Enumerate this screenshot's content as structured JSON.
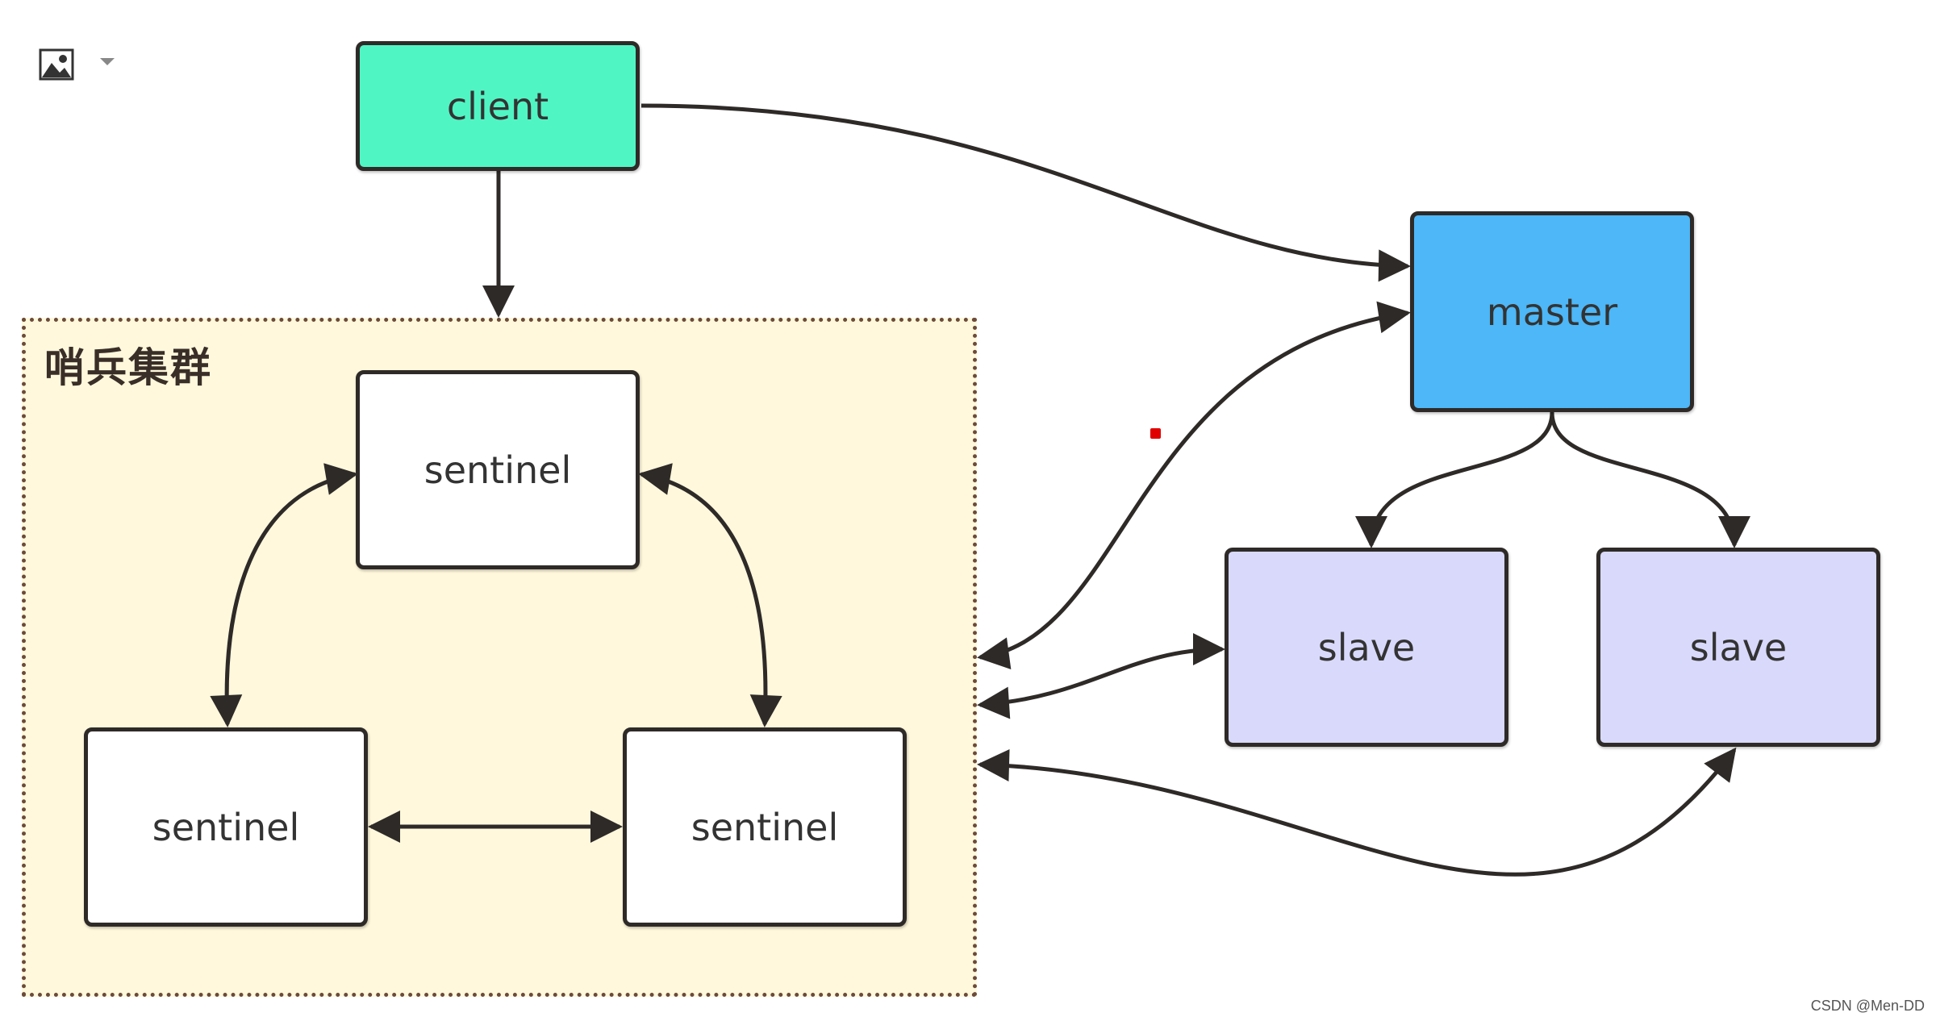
{
  "toolbar": {
    "image_icon": "image-icon",
    "dropdown_icon": "caret-down-icon"
  },
  "cluster": {
    "title": "哨兵集群"
  },
  "nodes": {
    "client": "client",
    "master": "master",
    "slave_1": "slave",
    "slave_2": "slave",
    "sentinel_top": "sentinel",
    "sentinel_left": "sentinel",
    "sentinel_right": "sentinel"
  },
  "colors": {
    "client": "#50f5c4",
    "master": "#4db7f7",
    "slave": "#d8d9fb",
    "sentinel": "#ffffff",
    "cluster_bg": "#fff8dc",
    "edge": "#2e2a28"
  },
  "watermark": "CSDN @Men-DD"
}
